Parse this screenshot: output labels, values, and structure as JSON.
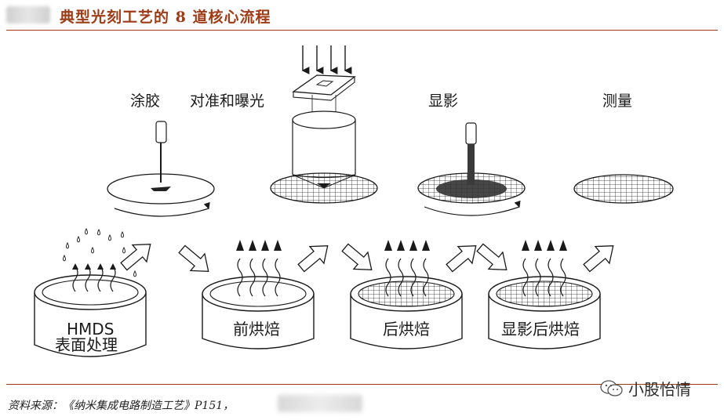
{
  "header": {
    "title": "典型光刻工艺的 8 道核心流程"
  },
  "steps": {
    "coat": "涂胶",
    "align_expose": "对准和曝光",
    "develop": "显影",
    "measure": "测量",
    "hmds_line1": "HMDS",
    "hmds_line2": "表面处理",
    "prebake": "前烘焙",
    "postbake": "后烘焙",
    "develop_bake": "显影后烘焙"
  },
  "footer": {
    "source": "资料来源：《纳米集成电路制造工艺》P151，"
  },
  "watermark": {
    "text": "小股怡情"
  },
  "colors": {
    "accent": "#9e3b16",
    "line": "#1a1a1a"
  }
}
